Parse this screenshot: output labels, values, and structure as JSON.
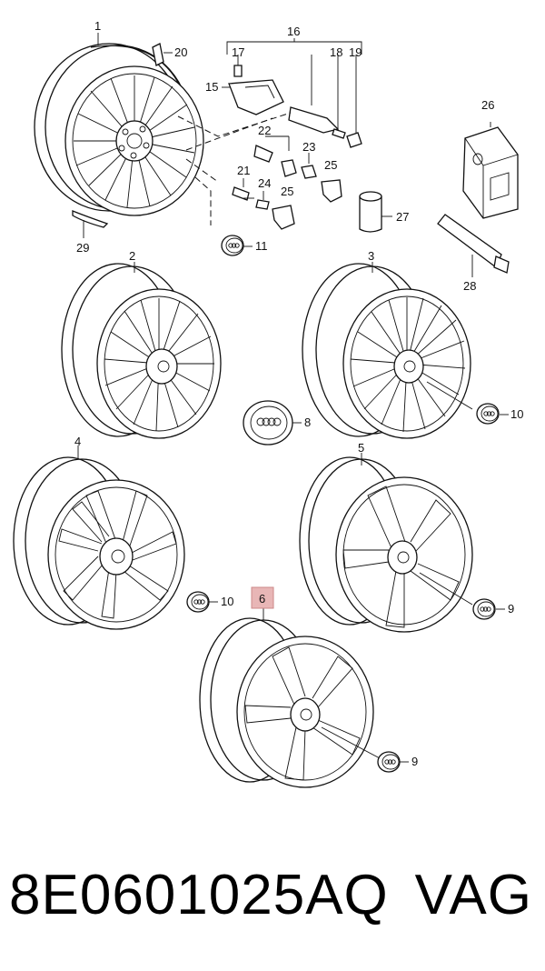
{
  "highlight_color": "#e8b6b6",
  "callouts": [
    {
      "id": "c1",
      "text": "1"
    },
    {
      "id": "c2",
      "text": "2"
    },
    {
      "id": "c3",
      "text": "3"
    },
    {
      "id": "c4",
      "text": "4"
    },
    {
      "id": "c5",
      "text": "5"
    },
    {
      "id": "c6",
      "text": "6",
      "highlighted": true
    },
    {
      "id": "c8",
      "text": "8"
    },
    {
      "id": "c9a",
      "text": "9"
    },
    {
      "id": "c9b",
      "text": "9"
    },
    {
      "id": "c10a",
      "text": "10"
    },
    {
      "id": "c10b",
      "text": "10"
    },
    {
      "id": "c11",
      "text": "11"
    },
    {
      "id": "c15",
      "text": "15"
    },
    {
      "id": "c16",
      "text": "16"
    },
    {
      "id": "c17",
      "text": "17"
    },
    {
      "id": "c18",
      "text": "18"
    },
    {
      "id": "c19",
      "text": "19"
    },
    {
      "id": "c20",
      "text": "20"
    },
    {
      "id": "c21",
      "text": "21"
    },
    {
      "id": "c22",
      "text": "22"
    },
    {
      "id": "c23",
      "text": "23"
    },
    {
      "id": "c24",
      "text": "24"
    },
    {
      "id": "c25a",
      "text": "25"
    },
    {
      "id": "c25b",
      "text": "25"
    },
    {
      "id": "c26",
      "text": "26"
    },
    {
      "id": "c27",
      "text": "27"
    },
    {
      "id": "c28",
      "text": "28"
    },
    {
      "id": "c29",
      "text": "29"
    }
  ],
  "footer": {
    "part_number": "8E0601025AQ",
    "brand": "VAG"
  }
}
